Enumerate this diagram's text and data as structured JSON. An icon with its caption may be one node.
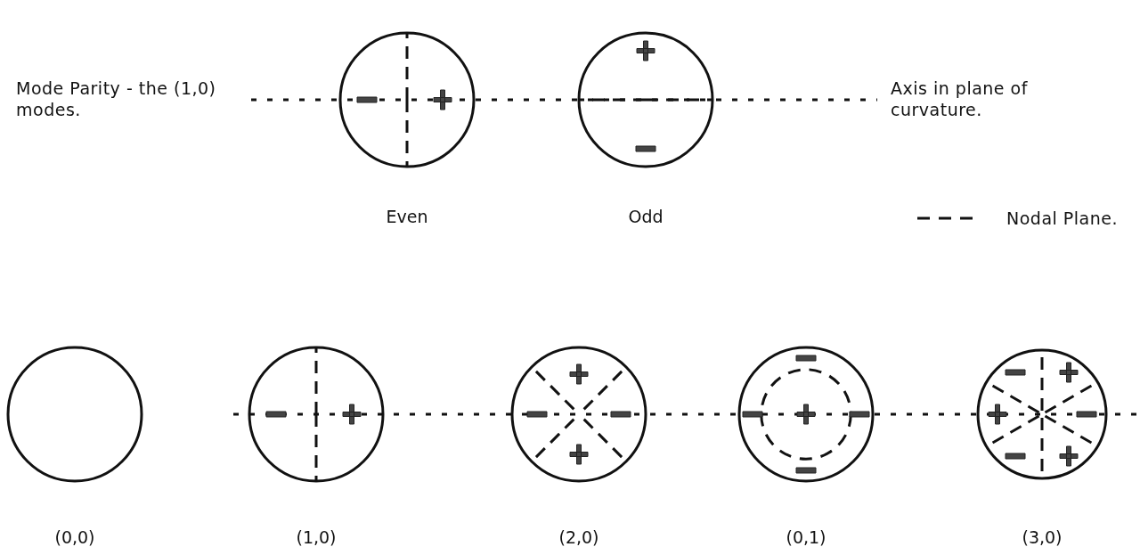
{
  "diagram": {
    "nodes": [
      {
        "text": [],
        "shape": "circle",
        "beside": [
          "Even"
        ]
      },
      {
        "text": [],
        "shape": "circle",
        "beside": [
          "Odd"
        ]
      },
      {
        "text": [],
        "shape": "circle",
        "beside": [
          "(0,0)"
        ]
      },
      {
        "text": [],
        "shape": "circle",
        "beside": [
          "(1,0)"
        ]
      },
      {
        "text": [],
        "shape": "circle",
        "beside": [
          "(2,0)"
        ]
      },
      {
        "text": [],
        "shape": "circle",
        "beside": [
          "(0,1)"
        ]
      },
      {
        "text": [],
        "shape": "circle",
        "beside": [
          "(3,0)"
        ]
      }
    ],
    "labels": [
      "Mode Parity - the (1,0) modes.",
      "Axis in plane of curvature."
    ],
    "legend": [
      {
        "text": "Nodal Plane."
      }
    ]
  }
}
